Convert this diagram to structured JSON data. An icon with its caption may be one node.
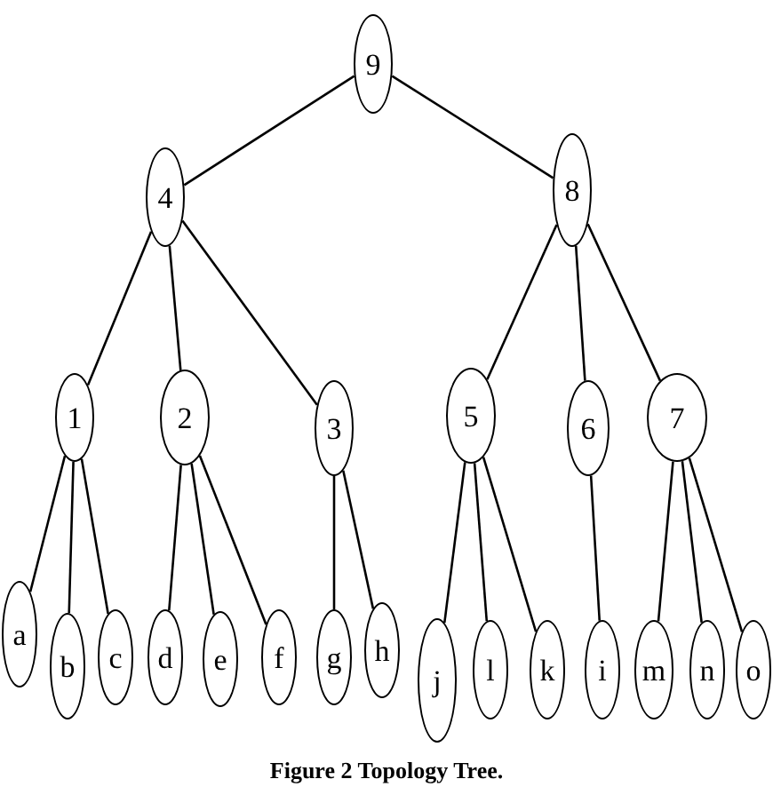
{
  "diagram": {
    "caption": "Figure 2 Topology Tree.",
    "nodes": [
      {
        "text": [
          "9"
        ]
      },
      {
        "text": [
          "4"
        ]
      },
      {
        "text": [
          "8"
        ]
      },
      {
        "text": [
          "1"
        ]
      },
      {
        "text": [
          "2"
        ]
      },
      {
        "text": [
          "3"
        ]
      },
      {
        "text": [
          "5"
        ]
      },
      {
        "text": [
          "6"
        ]
      },
      {
        "text": [
          "7"
        ]
      },
      {
        "text": [
          "a"
        ]
      },
      {
        "text": [
          "b"
        ]
      },
      {
        "text": [
          "c"
        ]
      },
      {
        "text": [
          "d"
        ]
      },
      {
        "text": [
          "e"
        ]
      },
      {
        "text": [
          "f"
        ]
      },
      {
        "text": [
          "g"
        ]
      },
      {
        "text": [
          "h"
        ]
      },
      {
        "text": [
          "j"
        ]
      },
      {
        "text": [
          "l"
        ]
      },
      {
        "text": [
          "k"
        ]
      },
      {
        "text": [
          "i"
        ]
      },
      {
        "text": [
          "m"
        ]
      },
      {
        "text": [
          "n"
        ]
      },
      {
        "text": [
          "o"
        ]
      }
    ],
    "edges": [
      {
        "from": 0,
        "to": 1,
        "arrow": "none"
      },
      {
        "from": 0,
        "to": 2,
        "arrow": "none"
      },
      {
        "from": 1,
        "to": 3,
        "arrow": "none"
      },
      {
        "from": 1,
        "to": 4,
        "arrow": "none"
      },
      {
        "from": 1,
        "to": 5,
        "arrow": "none"
      },
      {
        "from": 2,
        "to": 6,
        "arrow": "none"
      },
      {
        "from": 2,
        "to": 7,
        "arrow": "none"
      },
      {
        "from": 2,
        "to": 8,
        "arrow": "none"
      },
      {
        "from": 3,
        "to": 9,
        "arrow": "none"
      },
      {
        "from": 3,
        "to": 10,
        "arrow": "none"
      },
      {
        "from": 3,
        "to": 11,
        "arrow": "none"
      },
      {
        "from": 4,
        "to": 12,
        "arrow": "none"
      },
      {
        "from": 4,
        "to": 13,
        "arrow": "none"
      },
      {
        "from": 4,
        "to": 14,
        "arrow": "none"
      },
      {
        "from": 5,
        "to": 15,
        "arrow": "none"
      },
      {
        "from": 5,
        "to": 16,
        "arrow": "none"
      },
      {
        "from": 6,
        "to": 17,
        "arrow": "none"
      },
      {
        "from": 6,
        "to": 18,
        "arrow": "none"
      },
      {
        "from": 6,
        "to": 19,
        "arrow": "none"
      },
      {
        "from": 7,
        "to": 20,
        "arrow": "none"
      },
      {
        "from": 8,
        "to": 21,
        "arrow": "none"
      },
      {
        "from": 8,
        "to": 22,
        "arrow": "none"
      },
      {
        "from": 8,
        "to": 23,
        "arrow": "none"
      }
    ]
  }
}
